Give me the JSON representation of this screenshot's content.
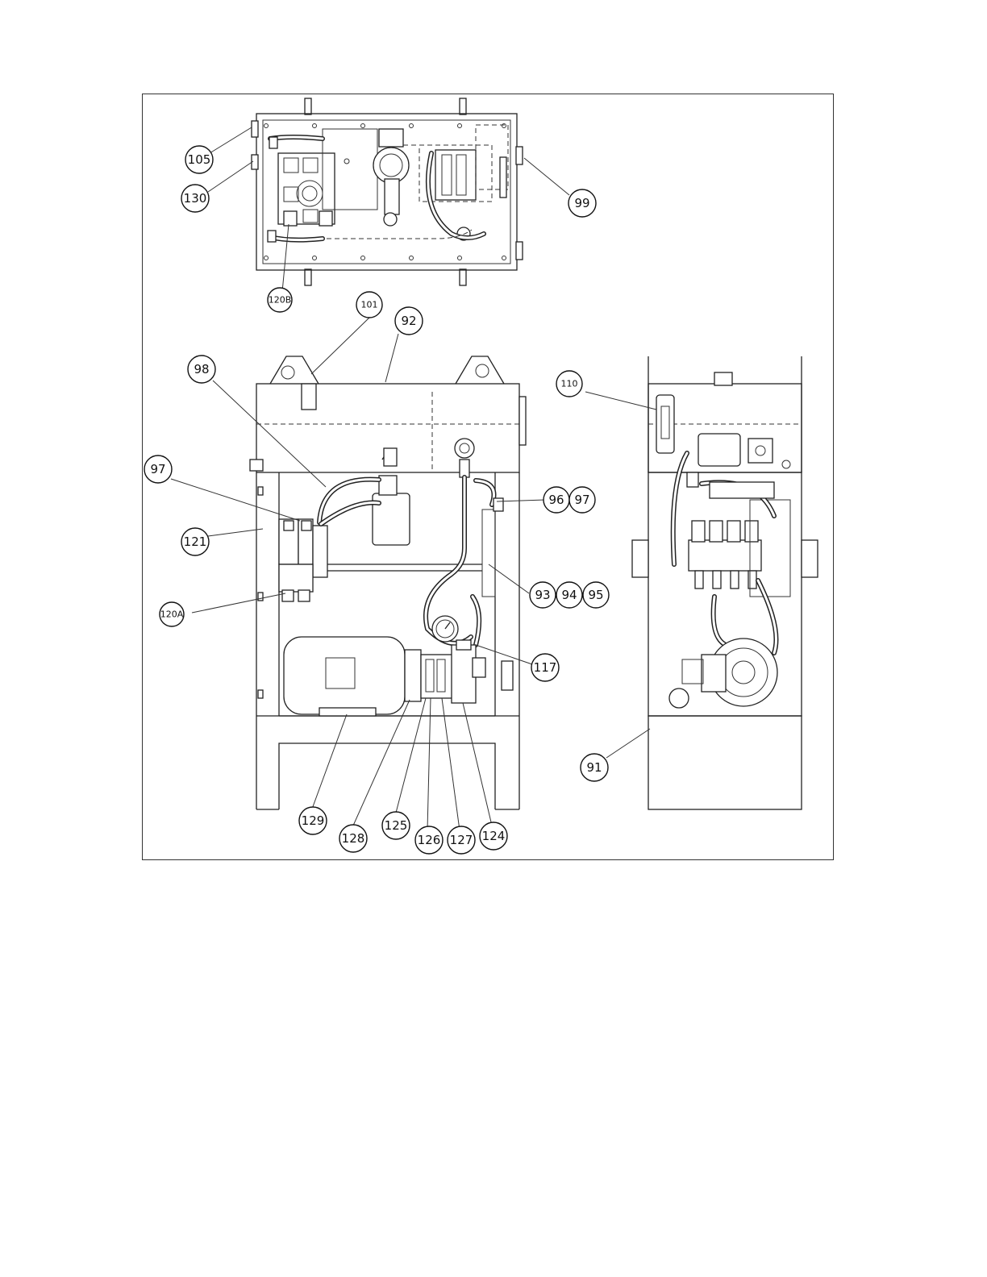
{
  "callouts": {
    "c105": "105",
    "c130": "130",
    "c99": "99",
    "c120b": "120B",
    "c101": "101",
    "c92": "92",
    "c98": "98",
    "c97a": "97",
    "c121": "121",
    "c96": "96",
    "c97b": "97",
    "c93": "93",
    "c94": "94",
    "c95": "95",
    "c120a": "120A",
    "c117": "117",
    "c129": "129",
    "c128": "128",
    "c125": "125",
    "c126": "126",
    "c127": "127",
    "c124": "124",
    "c110": "110",
    "c91": "91"
  }
}
